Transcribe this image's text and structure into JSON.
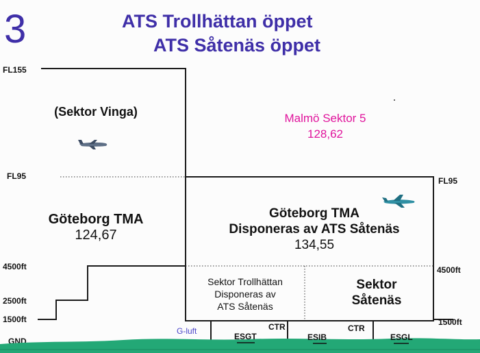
{
  "number": "3",
  "titles": [
    "ATS Trollhättan öppet",
    "ATS Såtenäs öppet"
  ],
  "levels": {
    "fl155": "FL155",
    "fl95_left": "FL95",
    "fl95_right": "FL95",
    "ft4500_left": "4500ft",
    "ft4500_right": "4500ft",
    "ft2500": "2500ft",
    "ft1500_left": "1500ft",
    "ft1500_right": "1500ft",
    "gnd": "GND"
  },
  "sectors": {
    "vinga": "(Sektor Vinga)",
    "malmo": {
      "name": "Malmö Sektor 5",
      "freq": "128,62"
    },
    "gbg_tma_left": {
      "name": "Göteborg TMA",
      "freq": "124,67"
    },
    "gbg_tma_right": {
      "line1": "Göteborg TMA",
      "line2": "Disponeras av ATS Såtenäs",
      "freq": "134,55"
    },
    "trollhattan": {
      "line1": "Sektor Trollhättan",
      "line2": "Disponeras av",
      "line3": "ATS Såtenäs"
    },
    "satenas": {
      "line1": "Sektor",
      "line2": "Såtenäs"
    }
  },
  "ground": {
    "g_luft": "G-luft",
    "esgt": "ESGT",
    "ctr_left": "CTR",
    "esib": "ESIB",
    "ctr_right": "CTR",
    "esgl": "ESGL"
  },
  "colors": {
    "title": "#3f2fa8",
    "line": "#1a1a1a",
    "malmo": "#e0149c",
    "g_luft": "#4a44c8",
    "ground": "#23a876"
  },
  "icons": [
    "airliner-icon",
    "fighter-jet-icon"
  ]
}
